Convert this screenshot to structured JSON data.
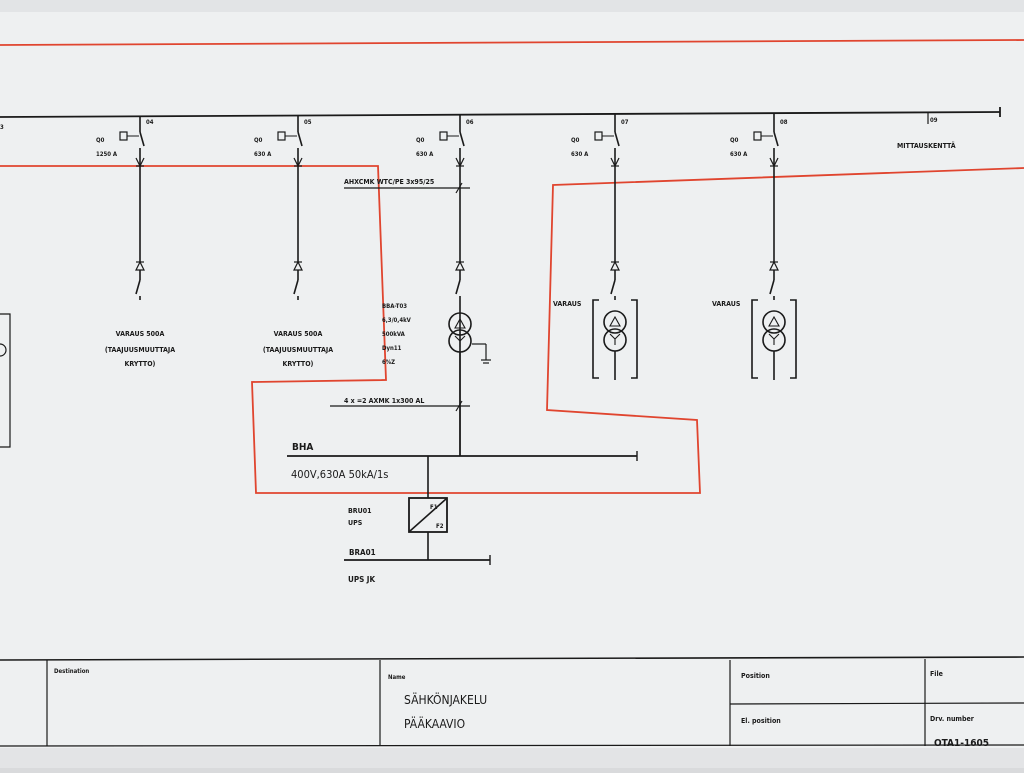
{
  "busbar": {
    "left_number": "3",
    "feeders": [
      {
        "number": "04",
        "device": "Q0",
        "rating": "1250 A",
        "label": [
          "VARAUS 500A",
          "(TAAJUUSMUUTTAJA",
          "KRYTTO)"
        ]
      },
      {
        "number": "05",
        "device": "Q0",
        "rating": "630 A",
        "label": [
          "VARAUS 500A",
          "(TAAJUUSMUUTTAJA",
          "KRYTTO)"
        ]
      },
      {
        "number": "06",
        "device": "Q0",
        "rating": "630 A",
        "label": []
      },
      {
        "number": "07",
        "device": "Q0",
        "rating": "630 A",
        "label": [
          "VARAUS"
        ]
      },
      {
        "number": "08",
        "device": "Q0",
        "rating": "630 A",
        "label": [
          "VARAUS"
        ]
      }
    ],
    "metering": {
      "number": "09",
      "label": "MITTAUSKENTTÄ"
    }
  },
  "cable_top": "AHXCMK WTC/PE 3x95/25",
  "transformer_lines": [
    "BBA-T03",
    "6,3/0,4kV",
    "500kVA",
    "Dyn11",
    "6%Z"
  ],
  "cable_bottom": "4 x =2 AXMK 1x300 AL",
  "main_board": {
    "name": "BHA",
    "spec": "400V,630A 50kA/1s"
  },
  "ups": {
    "tag": "BRU01",
    "type": "UPS",
    "port_in": "F1",
    "port_out": "F2"
  },
  "ups_board": {
    "name": "BRA01",
    "spec": "UPS JK"
  },
  "title_block": {
    "destination_label": "Destination",
    "name_label": "Name",
    "name_line1": "SÄHKÖNJAKELU",
    "name_line2": "PÄÄKAAVIO",
    "position_label": "Position",
    "el_position_label": "El. position",
    "file_label": "File",
    "drv_number_label": "Drv. number",
    "drv_number": "OTA1-1605"
  },
  "colors": {
    "paper": "#eef0f1",
    "ink": "#1a1a1a",
    "red_line": "#e0452f"
  }
}
